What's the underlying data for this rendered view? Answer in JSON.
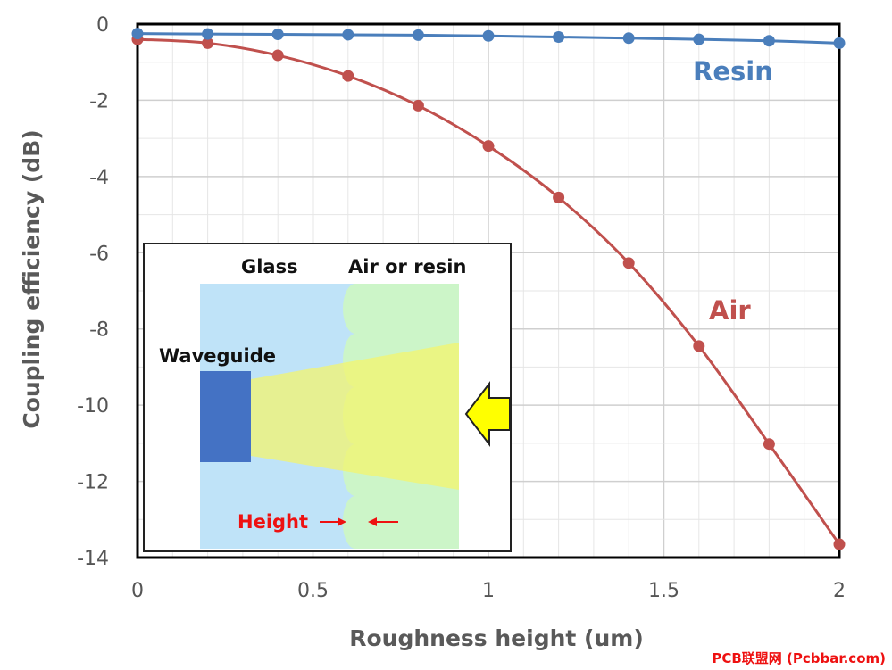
{
  "chart_data": {
    "type": "line",
    "xlabel": "Roughness height (um)",
    "ylabel": "Coupling efficiency (dB)",
    "xlim": [
      0,
      2
    ],
    "ylim": [
      -14,
      0
    ],
    "x_ticks": [
      "0",
      "0.5",
      "1",
      "1.5",
      "2"
    ],
    "y_ticks": [
      "0",
      "-2",
      "-4",
      "-6",
      "-8",
      "-10",
      "-12",
      "-14"
    ],
    "grid": true,
    "x": [
      0,
      0.2,
      0.4,
      0.6,
      0.8,
      1.0,
      1.2,
      1.4,
      1.6,
      1.8,
      2.0
    ],
    "series": [
      {
        "name": "Resin",
        "color": "#4a7ebb",
        "values": [
          -0.25,
          -0.26,
          -0.27,
          -0.28,
          -0.29,
          -0.31,
          -0.34,
          -0.37,
          -0.4,
          -0.44,
          -0.5
        ]
      },
      {
        "name": "Air",
        "color": "#c0504d",
        "values": [
          -0.4,
          -0.5,
          -0.82,
          -1.36,
          -2.14,
          -3.2,
          -4.55,
          -6.27,
          -8.45,
          -11.02,
          -13.65
        ]
      }
    ]
  },
  "inset": {
    "labels": {
      "glass": "Glass",
      "air_or_resin": "Air or resin",
      "waveguide": "Waveguide",
      "height": "Height"
    },
    "colors": {
      "glass": "#bfe3f8",
      "medium": "#ccf5c8",
      "waveguide": "#4472c4",
      "beam": "#f5f56a",
      "arrow": "#ffff00",
      "annotation": "#ee1111"
    },
    "icons": [
      "incoming-light-arrow-icon",
      "height-arrow-icon"
    ]
  },
  "watermark": "PCB联盟网 (Pcbbar.com)"
}
